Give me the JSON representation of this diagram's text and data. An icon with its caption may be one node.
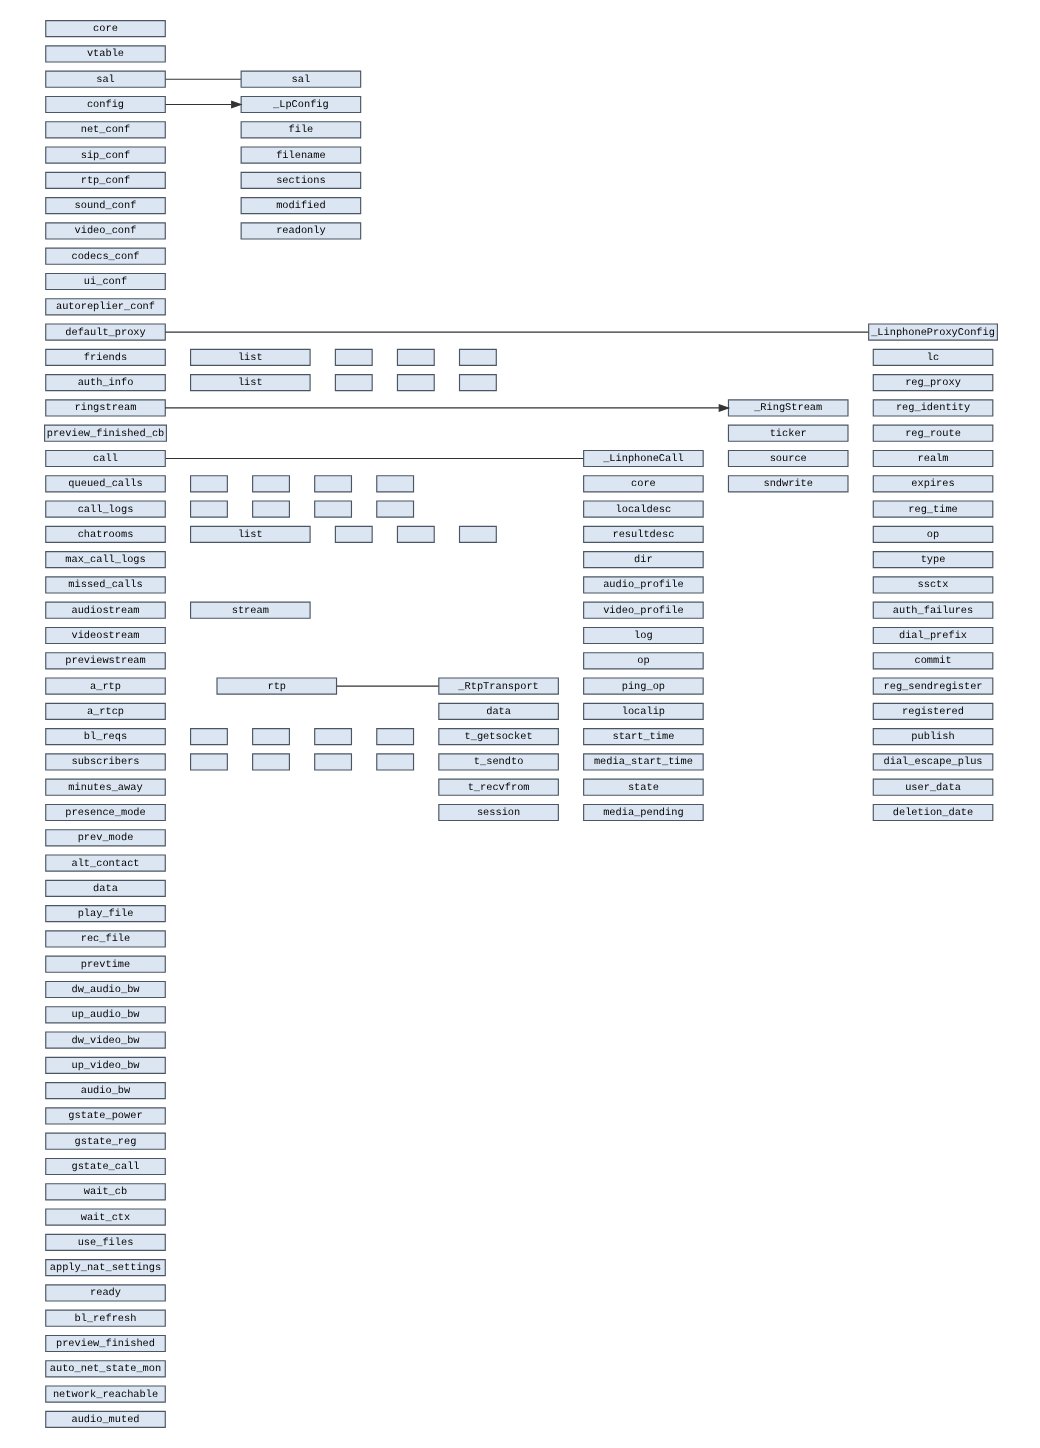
{
  "diagram": {
    "nodes": [
      {
        "text": [
          "core"
        ]
      },
      {
        "text": [
          "vtable"
        ]
      },
      {
        "text": [
          "sal"
        ]
      },
      {
        "text": [
          "config"
        ]
      },
      {
        "text": [
          "net_conf"
        ]
      },
      {
        "text": [
          "sip_conf"
        ]
      },
      {
        "text": [
          "rtp_conf"
        ]
      },
      {
        "text": [
          "sound_conf"
        ]
      },
      {
        "text": [
          "video_conf"
        ]
      },
      {
        "text": [
          "codecs_conf"
        ]
      },
      {
        "text": [
          "ui_conf"
        ]
      },
      {
        "text": [
          "autoreplier_conf"
        ]
      },
      {
        "text": [
          "default_proxy"
        ]
      },
      {
        "text": [
          "friends"
        ]
      },
      {
        "text": [
          "list"
        ]
      },
      {
        "text": [],
        "shape": "box"
      },
      {
        "text": [],
        "shape": "box"
      },
      {
        "text": [],
        "shape": "box"
      },
      {
        "text": [
          "auth_info"
        ]
      },
      {
        "text": [
          "list"
        ]
      },
      {
        "text": [],
        "shape": "box"
      },
      {
        "text": [],
        "shape": "box"
      },
      {
        "text": [],
        "shape": "box"
      },
      {
        "text": [
          "ringstream"
        ]
      },
      {
        "text": [
          "preview_finished_cb"
        ]
      },
      {
        "text": [
          "call"
        ]
      },
      {
        "text": [
          "queued_calls"
        ]
      },
      {
        "text": [],
        "shape": "box"
      },
      {
        "text": [],
        "shape": "box"
      },
      {
        "text": [],
        "shape": "box"
      },
      {
        "text": [],
        "shape": "box"
      },
      {
        "text": [
          "call_logs"
        ]
      },
      {
        "text": [],
        "shape": "box"
      },
      {
        "text": [],
        "shape": "box"
      },
      {
        "text": [],
        "shape": "box"
      },
      {
        "text": [],
        "shape": "box"
      },
      {
        "text": [
          "chatrooms"
        ]
      },
      {
        "text": [
          "list"
        ]
      },
      {
        "text": [],
        "shape": "box"
      },
      {
        "text": [],
        "shape": "box"
      },
      {
        "text": [],
        "shape": "box"
      },
      {
        "text": [
          "max_call_logs"
        ]
      },
      {
        "text": [
          "missed_calls"
        ]
      },
      {
        "text": [
          "audiostream"
        ]
      },
      {
        "text": [
          "stream"
        ]
      },
      {
        "text": [
          "videostream"
        ]
      },
      {
        "text": [
          "previewstream"
        ]
      },
      {
        "text": [
          "a_rtp"
        ]
      },
      {
        "text": [
          "rtp"
        ]
      },
      {
        "text": [
          "a_rtcp"
        ]
      },
      {
        "text": [
          "bl_reqs"
        ]
      },
      {
        "text": [],
        "shape": "box"
      },
      {
        "text": [],
        "shape": "box"
      },
      {
        "text": [],
        "shape": "box"
      },
      {
        "text": [],
        "shape": "box"
      },
      {
        "text": [
          "subscribers"
        ]
      },
      {
        "text": [],
        "shape": "box"
      },
      {
        "text": [],
        "shape": "box"
      },
      {
        "text": [],
        "shape": "box"
      },
      {
        "text": [],
        "shape": "box"
      },
      {
        "text": [
          "minutes_away"
        ]
      },
      {
        "text": [
          "presence_mode"
        ]
      },
      {
        "text": [
          "prev_mode"
        ]
      },
      {
        "text": [
          "alt_contact"
        ]
      },
      {
        "text": [
          "data"
        ]
      },
      {
        "text": [
          "play_file"
        ]
      },
      {
        "text": [
          "rec_file"
        ]
      },
      {
        "text": [
          "prevtime"
        ]
      },
      {
        "text": [
          "dw_audio_bw"
        ]
      },
      {
        "text": [
          "up_audio_bw"
        ]
      },
      {
        "text": [
          "dw_video_bw"
        ]
      },
      {
        "text": [
          "up_video_bw"
        ]
      },
      {
        "text": [
          "audio_bw"
        ]
      },
      {
        "text": [
          "gstate_power"
        ]
      },
      {
        "text": [
          "gstate_reg"
        ]
      },
      {
        "text": [
          "gstate_call"
        ]
      },
      {
        "text": [
          "wait_cb"
        ]
      },
      {
        "text": [
          "wait_ctx"
        ]
      },
      {
        "text": [
          "use_files"
        ]
      },
      {
        "text": [
          "apply_nat_settings"
        ]
      },
      {
        "text": [
          "ready"
        ]
      },
      {
        "text": [
          "bl_refresh"
        ]
      },
      {
        "text": [
          "preview_finished"
        ]
      },
      {
        "text": [
          "auto_net_state_mon"
        ]
      },
      {
        "text": [
          "network_reachable"
        ]
      },
      {
        "text": [
          "audio_muted"
        ]
      },
      {
        "text": [
          "sal"
        ]
      },
      {
        "text": [
          "_LpConfig"
        ]
      },
      {
        "text": [
          "file"
        ]
      },
      {
        "text": [
          "filename"
        ]
      },
      {
        "text": [
          "sections"
        ]
      },
      {
        "text": [
          "modified"
        ]
      },
      {
        "text": [
          "readonly"
        ]
      },
      {
        "text": [
          "_LinphoneProxyConfig"
        ]
      },
      {
        "text": [
          "lc"
        ]
      },
      {
        "text": [
          "reg_proxy"
        ]
      },
      {
        "text": [
          "reg_identity"
        ]
      },
      {
        "text": [
          "reg_route"
        ]
      },
      {
        "text": [
          "realm"
        ]
      },
      {
        "text": [
          "expires"
        ]
      },
      {
        "text": [
          "reg_time"
        ]
      },
      {
        "text": [
          "op"
        ]
      },
      {
        "text": [
          "type"
        ]
      },
      {
        "text": [
          "ssctx"
        ]
      },
      {
        "text": [
          "auth_failures"
        ]
      },
      {
        "text": [
          "dial_prefix"
        ]
      },
      {
        "text": [
          "commit"
        ]
      },
      {
        "text": [
          "reg_sendregister"
        ]
      },
      {
        "text": [
          "registered"
        ]
      },
      {
        "text": [
          "publish"
        ]
      },
      {
        "text": [
          "dial_escape_plus"
        ]
      },
      {
        "text": [
          "user_data"
        ]
      },
      {
        "text": [
          "deletion_date"
        ]
      },
      {
        "text": [
          "_RingStream"
        ]
      },
      {
        "text": [
          "ticker"
        ]
      },
      {
        "text": [
          "source"
        ]
      },
      {
        "text": [
          "sndwrite"
        ]
      },
      {
        "text": [
          "_LinphoneCall"
        ]
      },
      {
        "text": [
          "core"
        ]
      },
      {
        "text": [
          "localdesc"
        ]
      },
      {
        "text": [
          "resultdesc"
        ]
      },
      {
        "text": [
          "dir"
        ]
      },
      {
        "text": [
          "audio_profile"
        ]
      },
      {
        "text": [
          "video_profile"
        ]
      },
      {
        "text": [
          "log"
        ]
      },
      {
        "text": [
          "op"
        ]
      },
      {
        "text": [
          "ping_op"
        ]
      },
      {
        "text": [
          "localip"
        ]
      },
      {
        "text": [
          "start_time"
        ]
      },
      {
        "text": [
          "media_start_time"
        ]
      },
      {
        "text": [
          "state"
        ]
      },
      {
        "text": [
          "media_pending"
        ]
      },
      {
        "text": [
          "_RtpTransport"
        ]
      },
      {
        "text": [
          "data"
        ]
      },
      {
        "text": [
          "t_getsocket"
        ]
      },
      {
        "text": [
          "t_sendto"
        ]
      },
      {
        "text": [
          "t_recvfrom"
        ]
      },
      {
        "text": [
          "session"
        ]
      }
    ],
    "edges": [
      {
        "from": 2,
        "to": 86,
        "arrow": "none"
      },
      {
        "from": 3,
        "to": 87,
        "arrow": "to"
      },
      {
        "from": 12,
        "to": 93,
        "arrow": "none"
      },
      {
        "from": 23,
        "to": 113,
        "arrow": "to"
      },
      {
        "from": 25,
        "to": 117,
        "arrow": "none"
      },
      {
        "from": 48,
        "to": 132,
        "arrow": "none"
      }
    ]
  }
}
